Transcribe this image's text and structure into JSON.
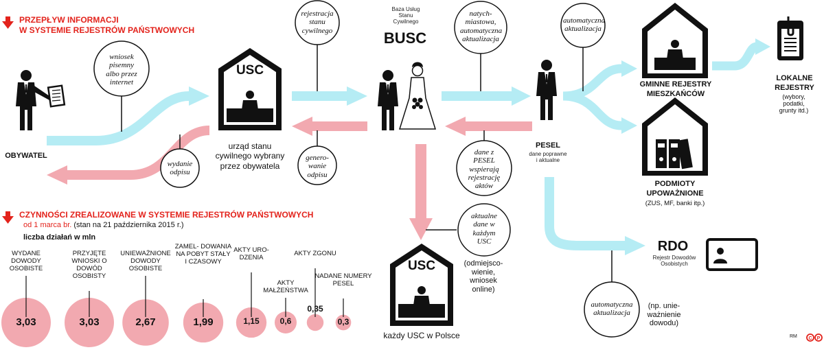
{
  "header": {
    "title_line1": "PRZEPŁYW INFORMACJI",
    "title_line2": "W SYSTEMIE REJESTRÓW PAŃSTWOWYCH"
  },
  "nodes": {
    "obywatel": "OBYWATEL",
    "usc_top_label": "USC",
    "usc_top_caption": "urząd stanu cywilnego wybrany przez obywatela",
    "busc_small": "Baza Usług Stanu Cywilnego",
    "busc": "BUSC",
    "pesel": "PESEL",
    "pesel_caption": "dane poprawne i aktualne",
    "gminne": "GMINNE REJESTRY MIESZKAŃCÓW",
    "lokalne": "LOKALNE REJESTRY",
    "lokalne_caption": "(wybory, podatki, grunty itd.)",
    "podmioty": "PODMIOTY UPOWAŻNIONE",
    "podmioty_caption": "(ZUS, MF, banki itp.)",
    "rdo": "RDO",
    "rdo_caption": "Rejestr Dowodów Osobistych",
    "usc_bottom_label": "USC",
    "usc_bottom_caption": "każdy USC w Polsce"
  },
  "bubbles": {
    "wniosek": "wniosek pisemny albo przez internet",
    "wydanie": "wydanie odpisu",
    "rejestracja": "rejestracja stanu cywilnego",
    "generowanie": "genero- wanie odpisu",
    "natychmiastowa": "natych- miastowa, automatyczna aktualizacja",
    "dane_pesel": "dane z PESEL wspierają rejestrację aktów",
    "aktualne": "aktualne dane w każdym USC",
    "odmiejscowienie": "(odmiejsco- wienie, wniosek online)",
    "auto_top": "automatyczna aktualizacja",
    "auto_bottom": "automatyczna aktualizacja",
    "uniewaznienie": "(np. unie- ważnienie dowodu)"
  },
  "stats": {
    "title": "CZYNNOŚCI ZREALIZOWANE W SYSTEMIE REJESTRÓW PAŃSTWOWYCH",
    "subtitle_red": "od 1 marca br.",
    "subtitle_rest": "(stan na 21 października 2015 r.)",
    "unit": "liczba działań w mln"
  },
  "chart_data": {
    "type": "bubble",
    "unit": "liczba działań w mln",
    "categories": [
      "WYDANE DOWODY OSOBISTE",
      "PRZYJĘTE WNIOSKI O DOWÓD OSOBISTY",
      "UNIEWAŻNIONE DOWODY OSOBISTE",
      "ZAMEL- DOWANIA NA POBYT STAŁY I CZASOWY",
      "AKTY URO- DZENIA",
      "AKTY MAŁŻEŃSTWA",
      "AKTY ZGONU",
      "NADANE NUMERY PESEL"
    ],
    "labels": [
      "3,03",
      "3,03",
      "2,67",
      "1,99",
      "1,15",
      "0,6",
      "0,35",
      "0,3"
    ],
    "values": [
      3.03,
      3.03,
      2.67,
      1.99,
      1.15,
      0.6,
      0.35,
      0.3
    ]
  },
  "footer": {
    "credit": "RM"
  },
  "colors": {
    "cyan": "#b5ecf4",
    "pink": "#f2a9b0",
    "red": "#e3231c",
    "black": "#111111"
  }
}
